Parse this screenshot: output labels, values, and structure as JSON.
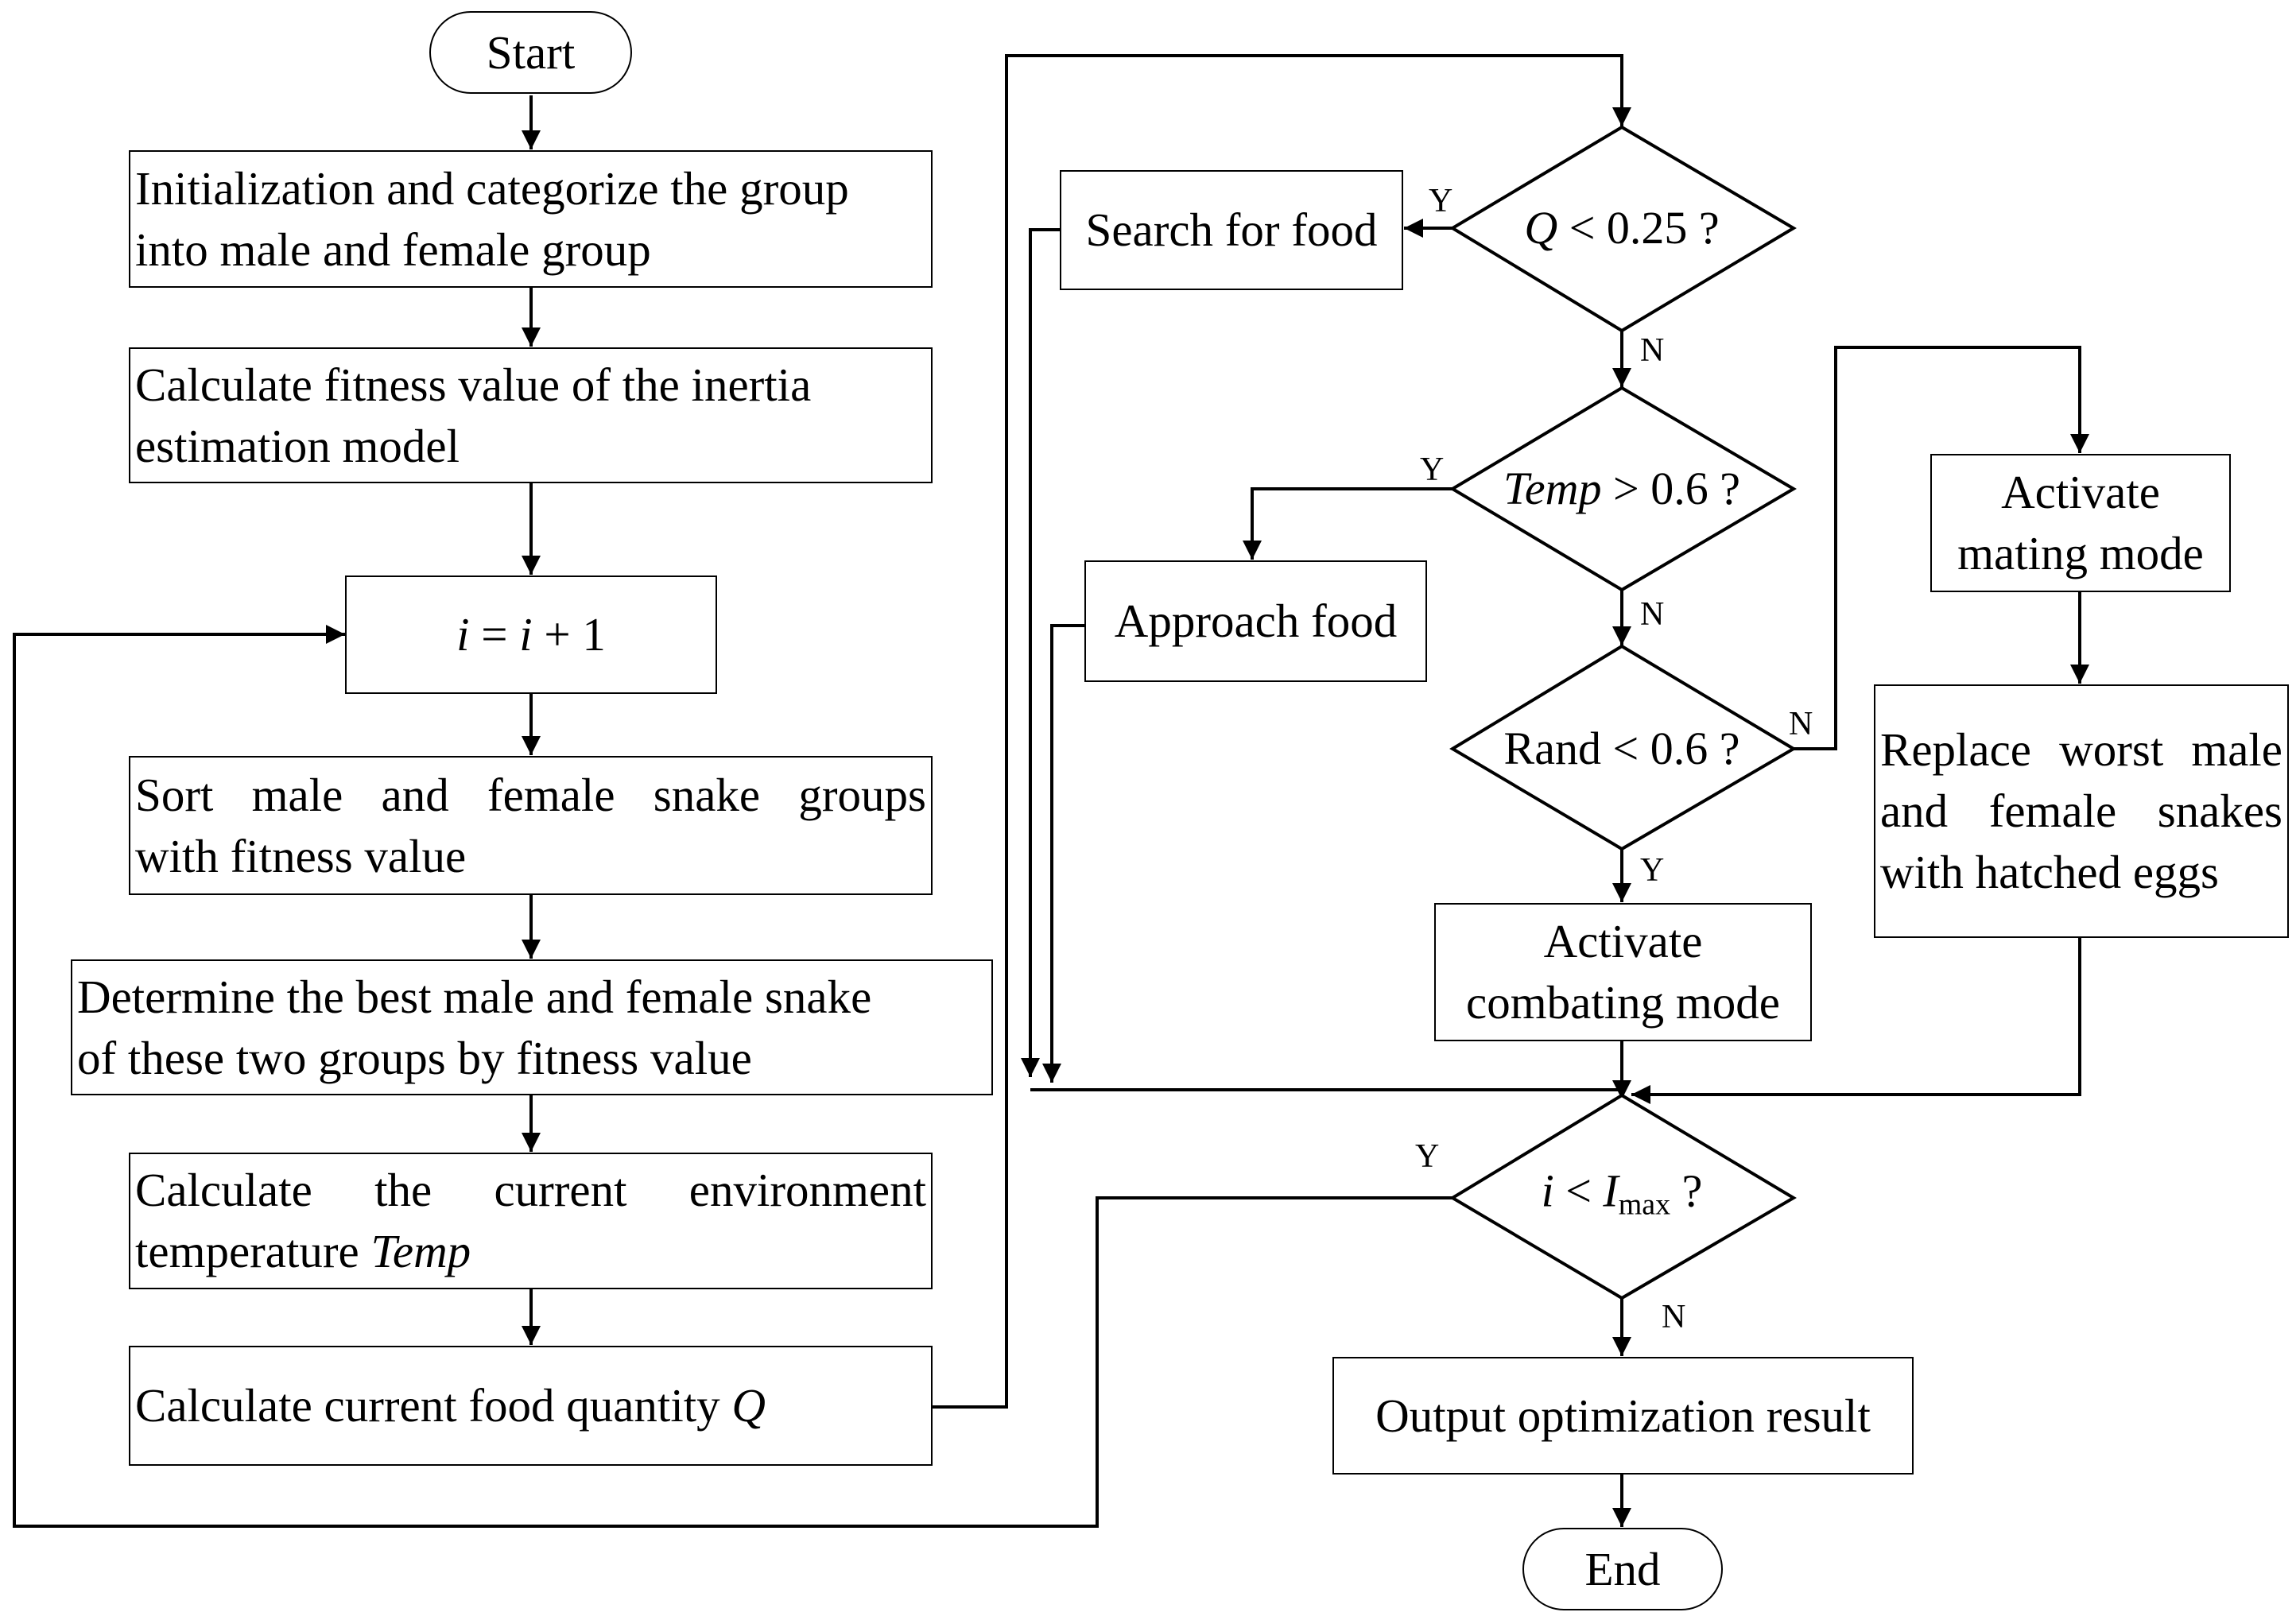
{
  "terminals": {
    "start": "Start",
    "end": "End"
  },
  "process": {
    "init": [
      "Initialization and categorize the group",
      "into male and female group"
    ],
    "fitness": [
      "Calculate fitness value of the inertia",
      "estimation model"
    ],
    "increment": {
      "var": "i",
      "eq": " = ",
      "var2": "i",
      "rest": " + 1"
    },
    "sort": [
      "Sort male and female snake groups",
      "with fitness value"
    ],
    "best": [
      "Determine the best male and female snake",
      "of these two groups by fitness value"
    ],
    "temp": {
      "line1": "Calculate the current environment",
      "line2_prefix": "temperature ",
      "line2_var": "Temp"
    },
    "food": {
      "prefix": "Calculate current food quantity ",
      "var": "Q"
    },
    "search": "Search for food",
    "approach": "Approach food",
    "combat": [
      "Activate",
      "combating mode"
    ],
    "mating": [
      "Activate",
      "mating mode"
    ],
    "replace": [
      "Replace worst male",
      "and female snakes",
      "with hatched eggs"
    ],
    "output": "Output optimization result"
  },
  "decisions": {
    "q": {
      "var": "Q",
      "rest": " < 0.25 ?"
    },
    "temp": {
      "var": "Temp",
      "rest": " > 0.6 ?"
    },
    "rand": "Rand < 0.6 ?",
    "iter": {
      "var": "i",
      "lt": " < ",
      "var2": "I",
      "sub": "max",
      "rest": " ?"
    }
  },
  "branch_labels": {
    "q_yes": "Y",
    "q_no": "N",
    "temp_yes": "Y",
    "temp_no": "N",
    "rand_no": "N",
    "rand_yes": "Y",
    "iter_yes": "Y",
    "iter_no": "N"
  }
}
